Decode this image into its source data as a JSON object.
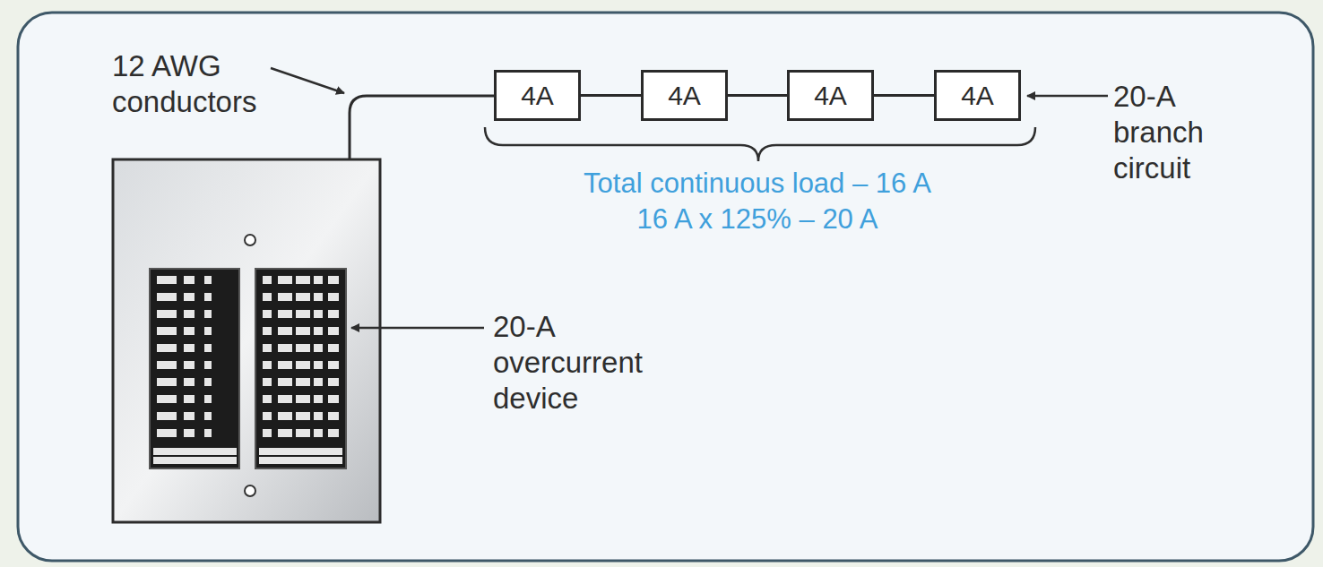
{
  "diagram": {
    "nodes": [
      {
        "text": [
          "4A"
        ]
      },
      {
        "text": [
          "4A"
        ]
      },
      {
        "text": [
          "4A"
        ]
      },
      {
        "text": [
          "4A"
        ]
      }
    ],
    "edges": [
      {
        "from": 0,
        "to": 1,
        "arrow": "none"
      },
      {
        "from": 1,
        "to": 2,
        "arrow": "none"
      },
      {
        "from": 2,
        "to": 3,
        "arrow": "none"
      }
    ],
    "labels": [
      "12 AWG conductors",
      "Total continuous load – 16 A",
      "16 A x 125% – 20 A",
      "20-A branch circuit",
      "20-A overcurrent device"
    ]
  }
}
